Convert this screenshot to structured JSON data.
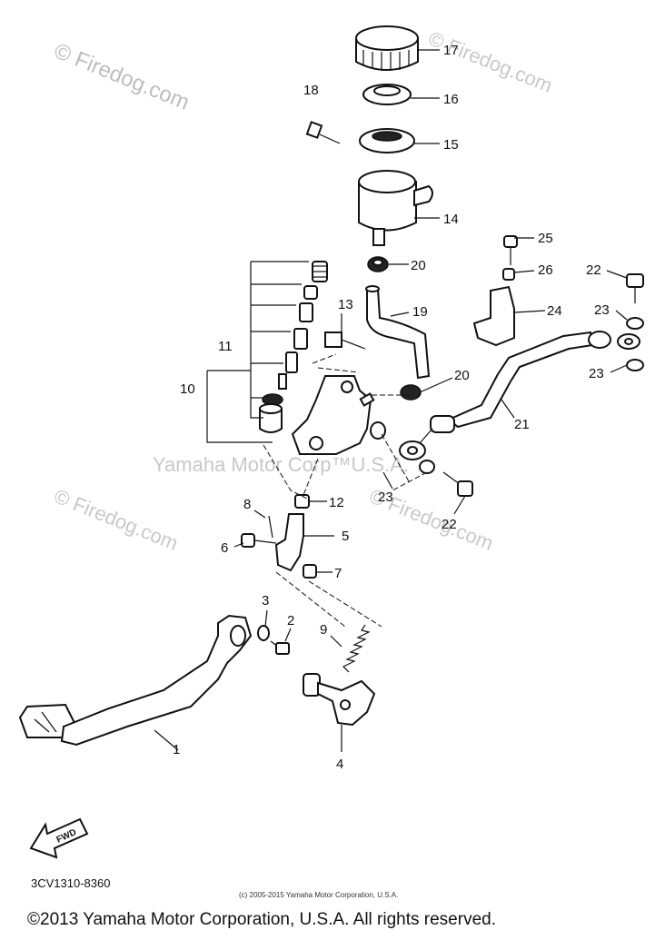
{
  "watermarks": {
    "top_left": "© Firedog.com",
    "mid_left": "© Firedog.com",
    "mid_right": "© Firedog.com",
    "top_right": "© Firedog.com",
    "center": "Yamaha Motor Corp™U.S.A."
  },
  "part_numbers": [
    "1",
    "2",
    "3",
    "4",
    "5",
    "6",
    "7",
    "8",
    "9",
    "10",
    "11",
    "12",
    "13",
    "14",
    "15",
    "16",
    "17",
    "18",
    "19",
    "20",
    "20",
    "21",
    "22",
    "22",
    "23",
    "23",
    "23",
    "24",
    "25",
    "26"
  ],
  "drawing_code": "3CV1310-8360",
  "fwd_label": "FWD",
  "small_copyright": "(c) 2005-2015 Yamaha Motor Corporation, U.S.A.",
  "footer": "©2013 Yamaha Motor Corporation, U.S.A. All rights reserved."
}
